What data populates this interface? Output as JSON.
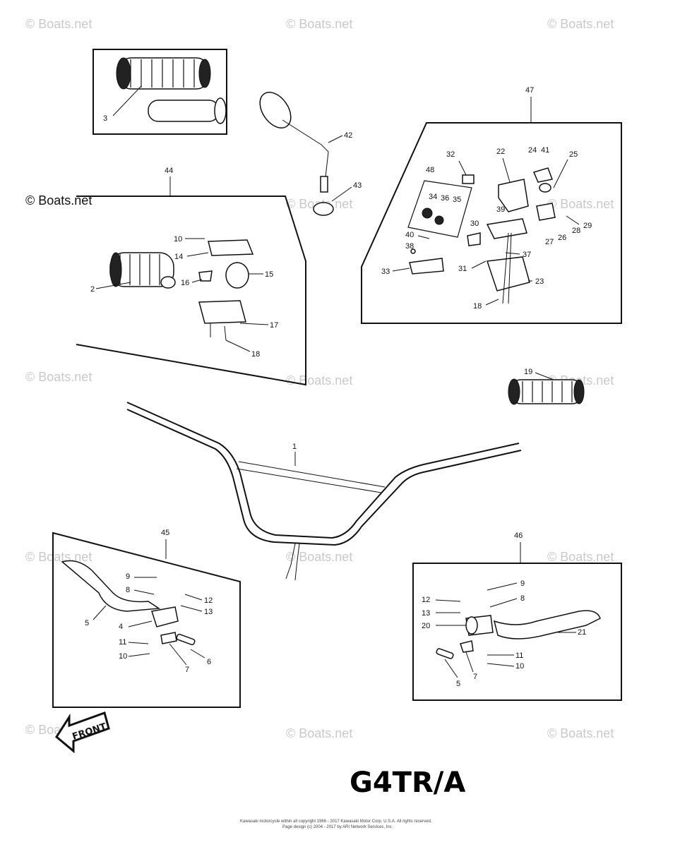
{
  "watermark": "© Boats.net",
  "corner_watermark": "© Boats.net",
  "model": "G4TR/A",
  "front_label": "FRONT",
  "footer": {
    "line1": "Kawasaki motorcycle within all copyright 1966 - 2017 Kawasaki Motor Corp. U.S.A. All rights reserved.",
    "line2": "Page design (c) 2004 - 2017 by ARI Network Services, Inc."
  },
  "assembly_labels": {
    "a44": "44",
    "a45": "45",
    "a46": "46",
    "a47": "47",
    "a48": "48"
  },
  "part_labels": {
    "p1": "1",
    "p2": "2",
    "p3": "3",
    "p4": "4",
    "p5": "5",
    "p6": "6",
    "p7": "7",
    "p8": "8",
    "p9": "9",
    "p10": "10",
    "p11": "11",
    "p12": "12",
    "p13": "13",
    "p14": "14",
    "p15": "15",
    "p16": "16",
    "p17": "17",
    "p18": "18",
    "p19": "19",
    "p20": "20",
    "p21": "21",
    "p22": "22",
    "p23": "23",
    "p24": "24",
    "p25": "25",
    "p26": "26",
    "p27": "27",
    "p28": "28",
    "p29": "29",
    "p30": "30",
    "p31": "31",
    "p32": "32",
    "p33": "33",
    "p34": "34",
    "p35": "35",
    "p36": "36",
    "p37": "37",
    "p38": "38",
    "p39": "39",
    "p40": "40",
    "p41": "41",
    "p42": "42",
    "p43": "43"
  }
}
